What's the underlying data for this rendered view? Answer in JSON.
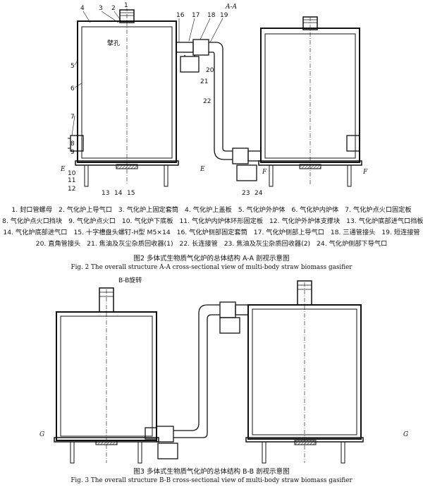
{
  "fig2": {
    "section_mark": "A-A",
    "side_mark_left": "E",
    "side_mark_right": "E",
    "side_mark_f": "F",
    "side_mark_f2": "F",
    "hole_label": "擘孔",
    "callouts": [
      "1",
      "2",
      "3",
      "4",
      "5",
      "6",
      "7",
      "8",
      "9",
      "10",
      "11",
      "12",
      "13",
      "14",
      "15",
      "16",
      "17",
      "18",
      "19",
      "20",
      "21",
      "22",
      "23",
      "24"
    ],
    "legend_rows": [
      [
        "1. 封口管螺母",
        "2. 气化炉上导气口",
        "3. 气化炉上固定套筒",
        "4. 气化炉上盖板",
        "5. 气化炉外炉体",
        "6. 气化炉内炉体",
        "7. 气化炉点火口固定板"
      ],
      [
        "8. 气化炉点火口挡块",
        "9. 气化炉点火口",
        "10. 气化炉下底板",
        "11. 气化炉内炉体环形固定板",
        "12. 气化炉外炉体支撑块",
        "13. 气化炉底部进气口挡板"
      ],
      [
        "14. 气化炉底部进气口",
        "15. 十字槽盘头螺钉-H型 M5×14",
        "16. 气化炉侧部固定套筒",
        "17. 气化炉侧部上导气口",
        "18. 三通管接头",
        "19. 短连接管"
      ],
      [
        "20. 直角管接头",
        "21. 焦油及灰尘杂质回收器(1)",
        "22. 长连接管",
        "23. 焦油及灰尘杂质回收器(2)",
        "24. 气化炉侧部下导气口"
      ]
    ],
    "caption_cn": "图2   多体式生物质气化炉的总体结构 A-A 剖视示意图",
    "caption_en": "Fig. 2   The overall structure A-A cross-sectional view of multi-body straw biomass gasifier"
  },
  "fig3": {
    "section_mark": "B-B旋转",
    "side_mark_left": "G",
    "side_mark_right": "G",
    "caption_cn": "图3   多体式生物质气化炉的总体结构 B-B 剖视示意图",
    "caption_en": "Fig. 3   The overall structure B-B cross-sectional view of multi-body straw biomass gasifier"
  }
}
